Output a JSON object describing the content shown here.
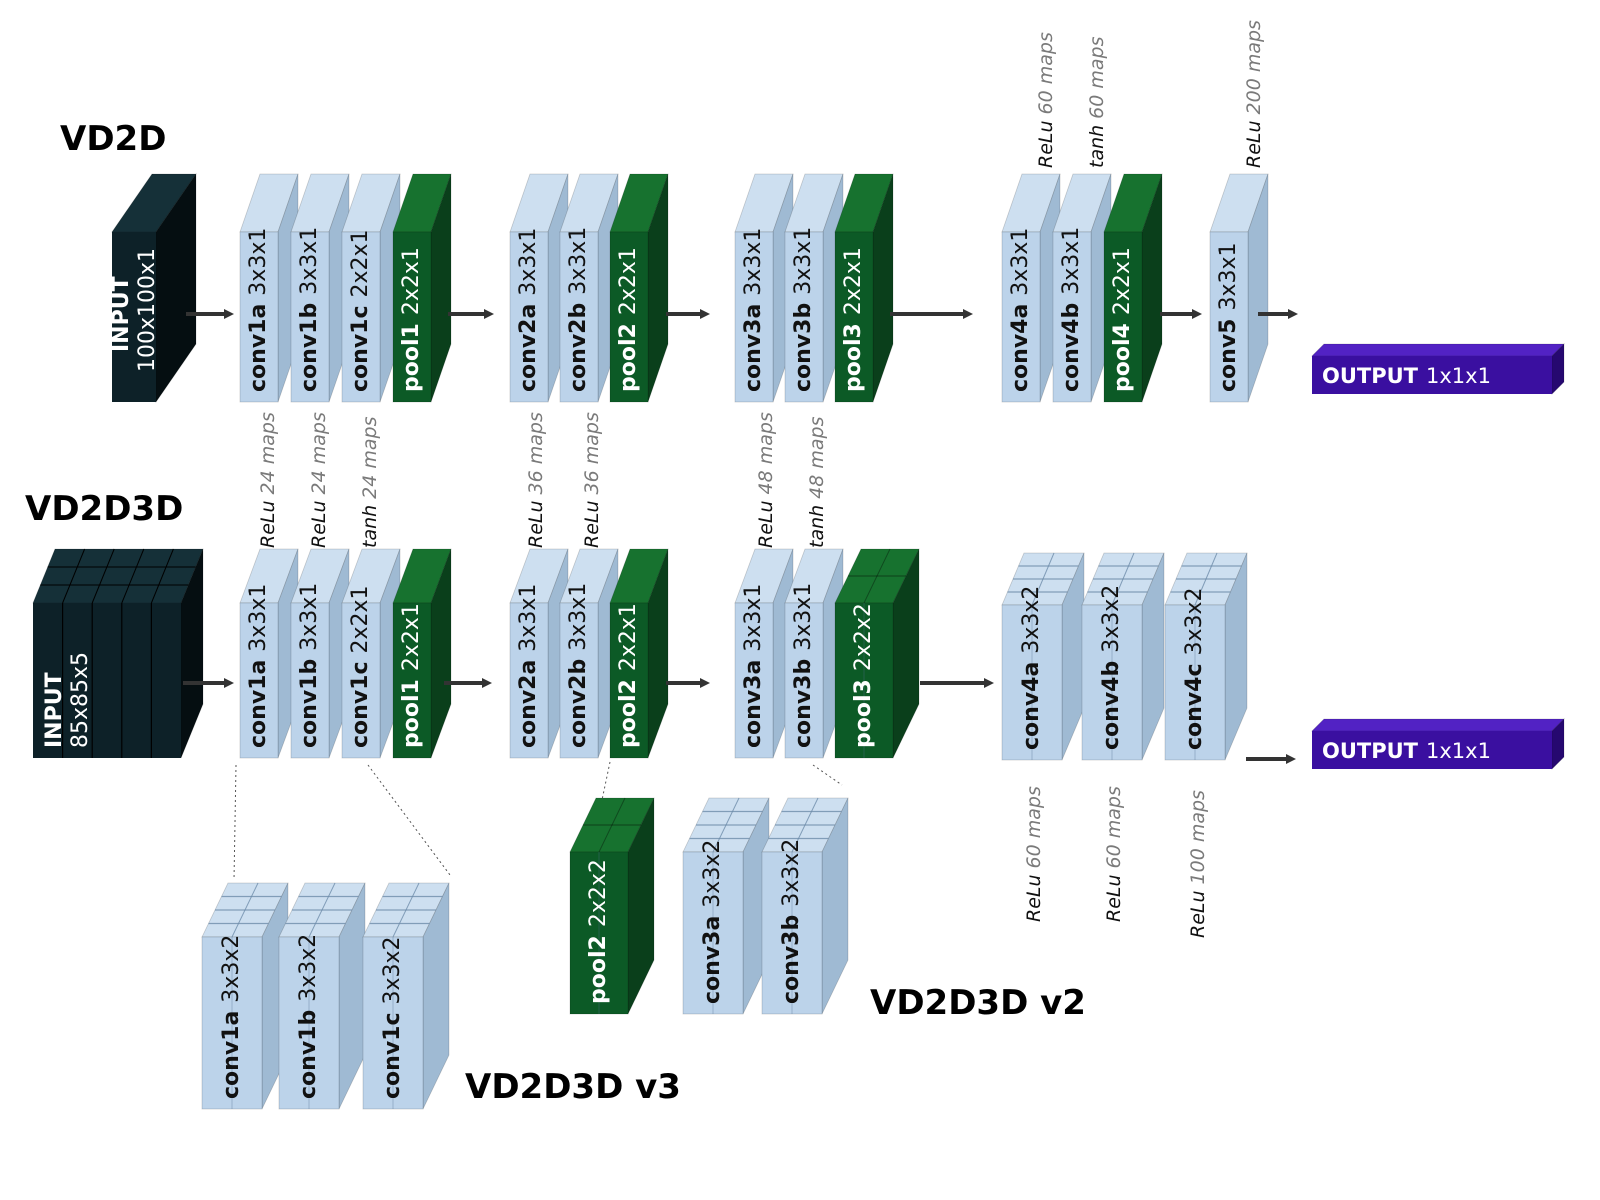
{
  "titles": {
    "vd2d": "VD2D",
    "vd2d3d": "VD2D3D",
    "v2": "VD2D3D v2",
    "v3": "VD2D3D v3"
  },
  "colors": {
    "conv_front": "#bcd3ea",
    "conv_side": "#9fbad3",
    "conv_top": "#cddff0",
    "pool_front": "#0c5a26",
    "pool_side": "#0a3f1b",
    "pool_top": "#17722f",
    "input_front": "#0d2128",
    "input_side": "#050e11",
    "input_top": "#153038",
    "output_front": "#3a0fa0",
    "output_side": "#260870",
    "output_top": "#5222c4",
    "arrow": "#333333"
  },
  "vd2d": {
    "input": {
      "name": "INPUT",
      "dim": "100x100x1"
    },
    "blocks": [
      {
        "name": "conv1a",
        "dim": "3x3x1",
        "kind": "conv"
      },
      {
        "name": "conv1b",
        "dim": "3x3x1",
        "kind": "conv"
      },
      {
        "name": "conv1c",
        "dim": "2x2x1",
        "kind": "conv"
      },
      {
        "name": "pool1",
        "dim": "2x2x1",
        "kind": "pool"
      },
      {
        "name": "conv2a",
        "dim": "3x3x1",
        "kind": "conv"
      },
      {
        "name": "conv2b",
        "dim": "3x3x1",
        "kind": "conv"
      },
      {
        "name": "pool2",
        "dim": "2x2x1",
        "kind": "pool"
      },
      {
        "name": "conv3a",
        "dim": "3x3x1",
        "kind": "conv"
      },
      {
        "name": "conv3b",
        "dim": "3x3x1",
        "kind": "conv"
      },
      {
        "name": "pool3",
        "dim": "2x2x1",
        "kind": "pool"
      },
      {
        "name": "conv4a",
        "dim": "3x3x1",
        "kind": "conv"
      },
      {
        "name": "conv4b",
        "dim": "3x3x1",
        "kind": "conv"
      },
      {
        "name": "pool4",
        "dim": "2x2x1",
        "kind": "pool"
      },
      {
        "name": "conv5",
        "dim": "3x3x1",
        "kind": "conv"
      }
    ],
    "output": {
      "name": "OUTPUT",
      "dim": "1x1x1"
    },
    "top_annotations": [
      {
        "fn": "ReLu",
        "maps": "60 maps"
      },
      {
        "fn": "tanh",
        "maps": "60 maps"
      },
      {
        "fn": "ReLu",
        "maps": "200 maps"
      }
    ]
  },
  "middle_annotations": [
    {
      "fn": "ReLu",
      "maps": "24 maps"
    },
    {
      "fn": "ReLu",
      "maps": "24 maps"
    },
    {
      "fn": "tanh",
      "maps": "24 maps"
    },
    {
      "fn": "ReLu",
      "maps": "36 maps"
    },
    {
      "fn": "ReLu",
      "maps": "36 maps"
    },
    {
      "fn": "ReLu",
      "maps": "48 maps"
    },
    {
      "fn": "tanh",
      "maps": "48 maps"
    }
  ],
  "vd2d3d": {
    "input": {
      "name": "INPUT",
      "dim": "85x85x5"
    },
    "blocks": [
      {
        "name": "conv1a",
        "dim": "3x3x1",
        "kind": "conv"
      },
      {
        "name": "conv1b",
        "dim": "3x3x1",
        "kind": "conv"
      },
      {
        "name": "conv1c",
        "dim": "2x2x1",
        "kind": "conv"
      },
      {
        "name": "pool1",
        "dim": "2x2x1",
        "kind": "pool"
      },
      {
        "name": "conv2a",
        "dim": "3x3x1",
        "kind": "conv"
      },
      {
        "name": "conv2b",
        "dim": "3x3x1",
        "kind": "conv"
      },
      {
        "name": "pool2",
        "dim": "2x2x1",
        "kind": "pool"
      },
      {
        "name": "conv3a",
        "dim": "3x3x1",
        "kind": "conv"
      },
      {
        "name": "conv3b",
        "dim": "3x3x1",
        "kind": "conv"
      },
      {
        "name": "pool3",
        "dim": "2x2x2",
        "kind": "pool"
      },
      {
        "name": "conv4a",
        "dim": "3x3x2",
        "kind": "conv"
      },
      {
        "name": "conv4b",
        "dim": "3x3x2",
        "kind": "conv"
      },
      {
        "name": "conv4c",
        "dim": "3x3x2",
        "kind": "conv"
      }
    ],
    "output": {
      "name": "OUTPUT",
      "dim": "1x1x1"
    },
    "bottom_annotations": [
      {
        "fn": "ReLu",
        "maps": "60 maps"
      },
      {
        "fn": "ReLu",
        "maps": "60 maps"
      },
      {
        "fn": "ReLu",
        "maps": "100 maps"
      }
    ]
  },
  "v2": {
    "blocks": [
      {
        "name": "pool2",
        "dim": "2x2x2",
        "kind": "pool"
      },
      {
        "name": "conv3a",
        "dim": "3x3x2",
        "kind": "conv"
      },
      {
        "name": "conv3b",
        "dim": "3x3x2",
        "kind": "conv"
      }
    ]
  },
  "v3": {
    "blocks": [
      {
        "name": "conv1a",
        "dim": "3x3x2",
        "kind": "conv"
      },
      {
        "name": "conv1b",
        "dim": "3x3x2",
        "kind": "conv"
      },
      {
        "name": "conv1c",
        "dim": "3x3x2",
        "kind": "conv"
      }
    ]
  }
}
